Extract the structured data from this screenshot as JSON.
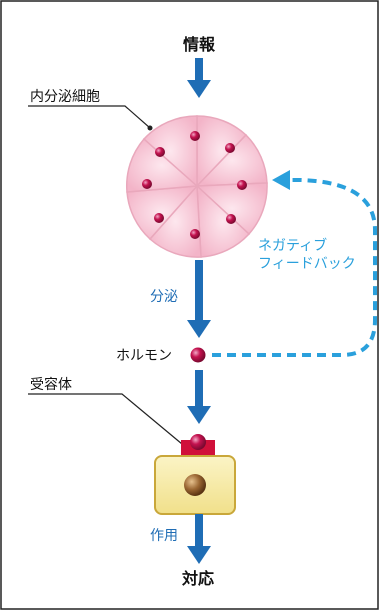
{
  "diagram": {
    "input_label": "情報",
    "endocrine_cell_label": "内分泌細胞",
    "secretion_label": "分泌",
    "hormone_label": "ホルモン",
    "feedback_label_line1": "ネガティブ",
    "feedback_label_line2": "フィードバック",
    "receptor_label": "受容体",
    "action_label": "作用",
    "response_label": "対応"
  },
  "colors": {
    "arrow": "#1f6db5",
    "feedback_blue": "#2aa0dc",
    "hormone_red": "#c4124f",
    "cell_pink": "#f7c4d3",
    "cell_outline": "#e9a8bc",
    "target_cell_fill": "#f6eca0",
    "target_cell_outline": "#c9a73a",
    "nucleus_brown": "#8a5a2b",
    "receptor_red": "#d0103a"
  }
}
